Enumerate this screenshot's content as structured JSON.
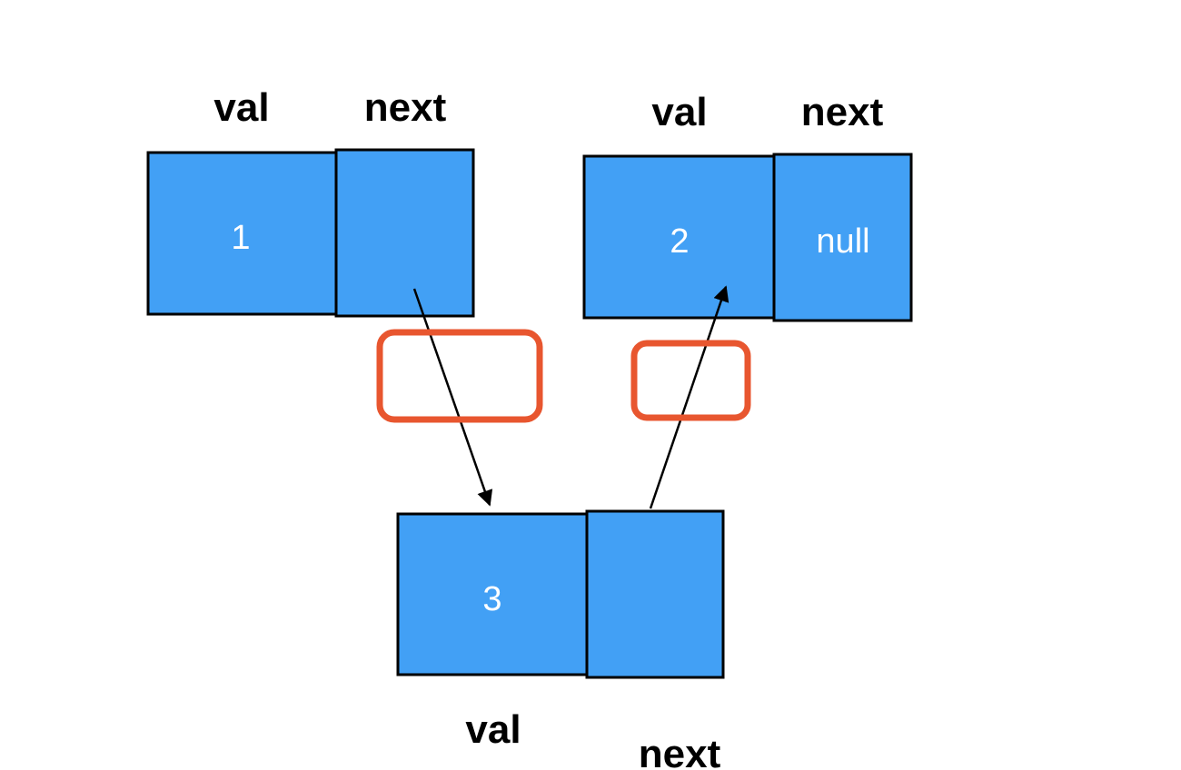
{
  "nodes": [
    {
      "id": "node-1",
      "val": "1",
      "next": "",
      "val_label": "val",
      "next_label": "next"
    },
    {
      "id": "node-2",
      "val": "2",
      "next": "null",
      "val_label": "val",
      "next_label": "next"
    },
    {
      "id": "node-3",
      "val": "3",
      "next": "",
      "val_label": "val",
      "next_label": "next"
    }
  ],
  "edges": [
    {
      "from": "node-1",
      "to": "node-3"
    },
    {
      "from": "node-3",
      "to": "node-2"
    }
  ],
  "colors": {
    "cell_fill": "#42a0f5",
    "highlight": "#e8562f"
  }
}
